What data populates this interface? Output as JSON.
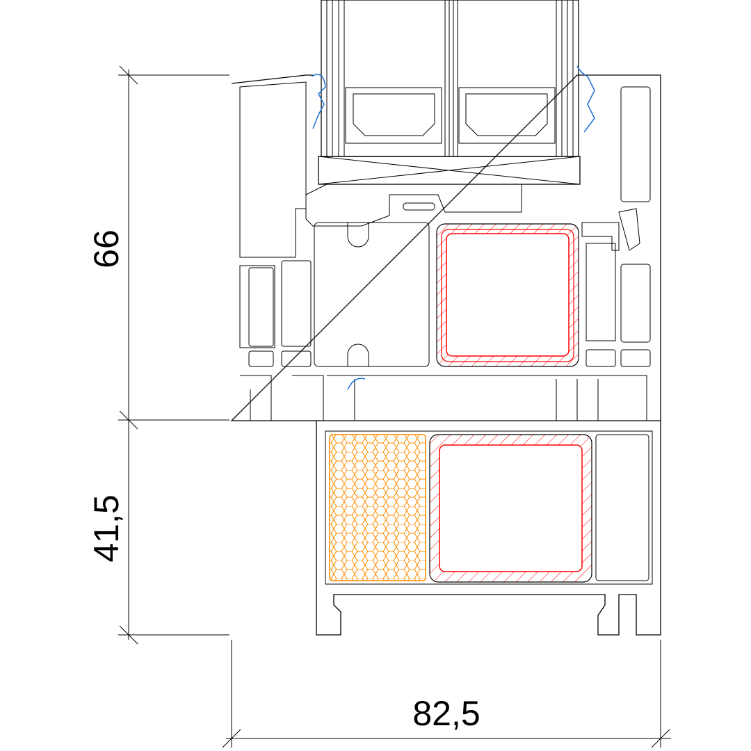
{
  "dimensions": {
    "frame_height": "66",
    "sill_height": "41,5",
    "total_width": "82,5"
  },
  "colors": {
    "outline": "#000000",
    "steel_reinforcement": "#ff0000",
    "steel_hatch_alt": "#555555",
    "insulation": "#ff8c00",
    "gasket": "#1a6fd6"
  }
}
